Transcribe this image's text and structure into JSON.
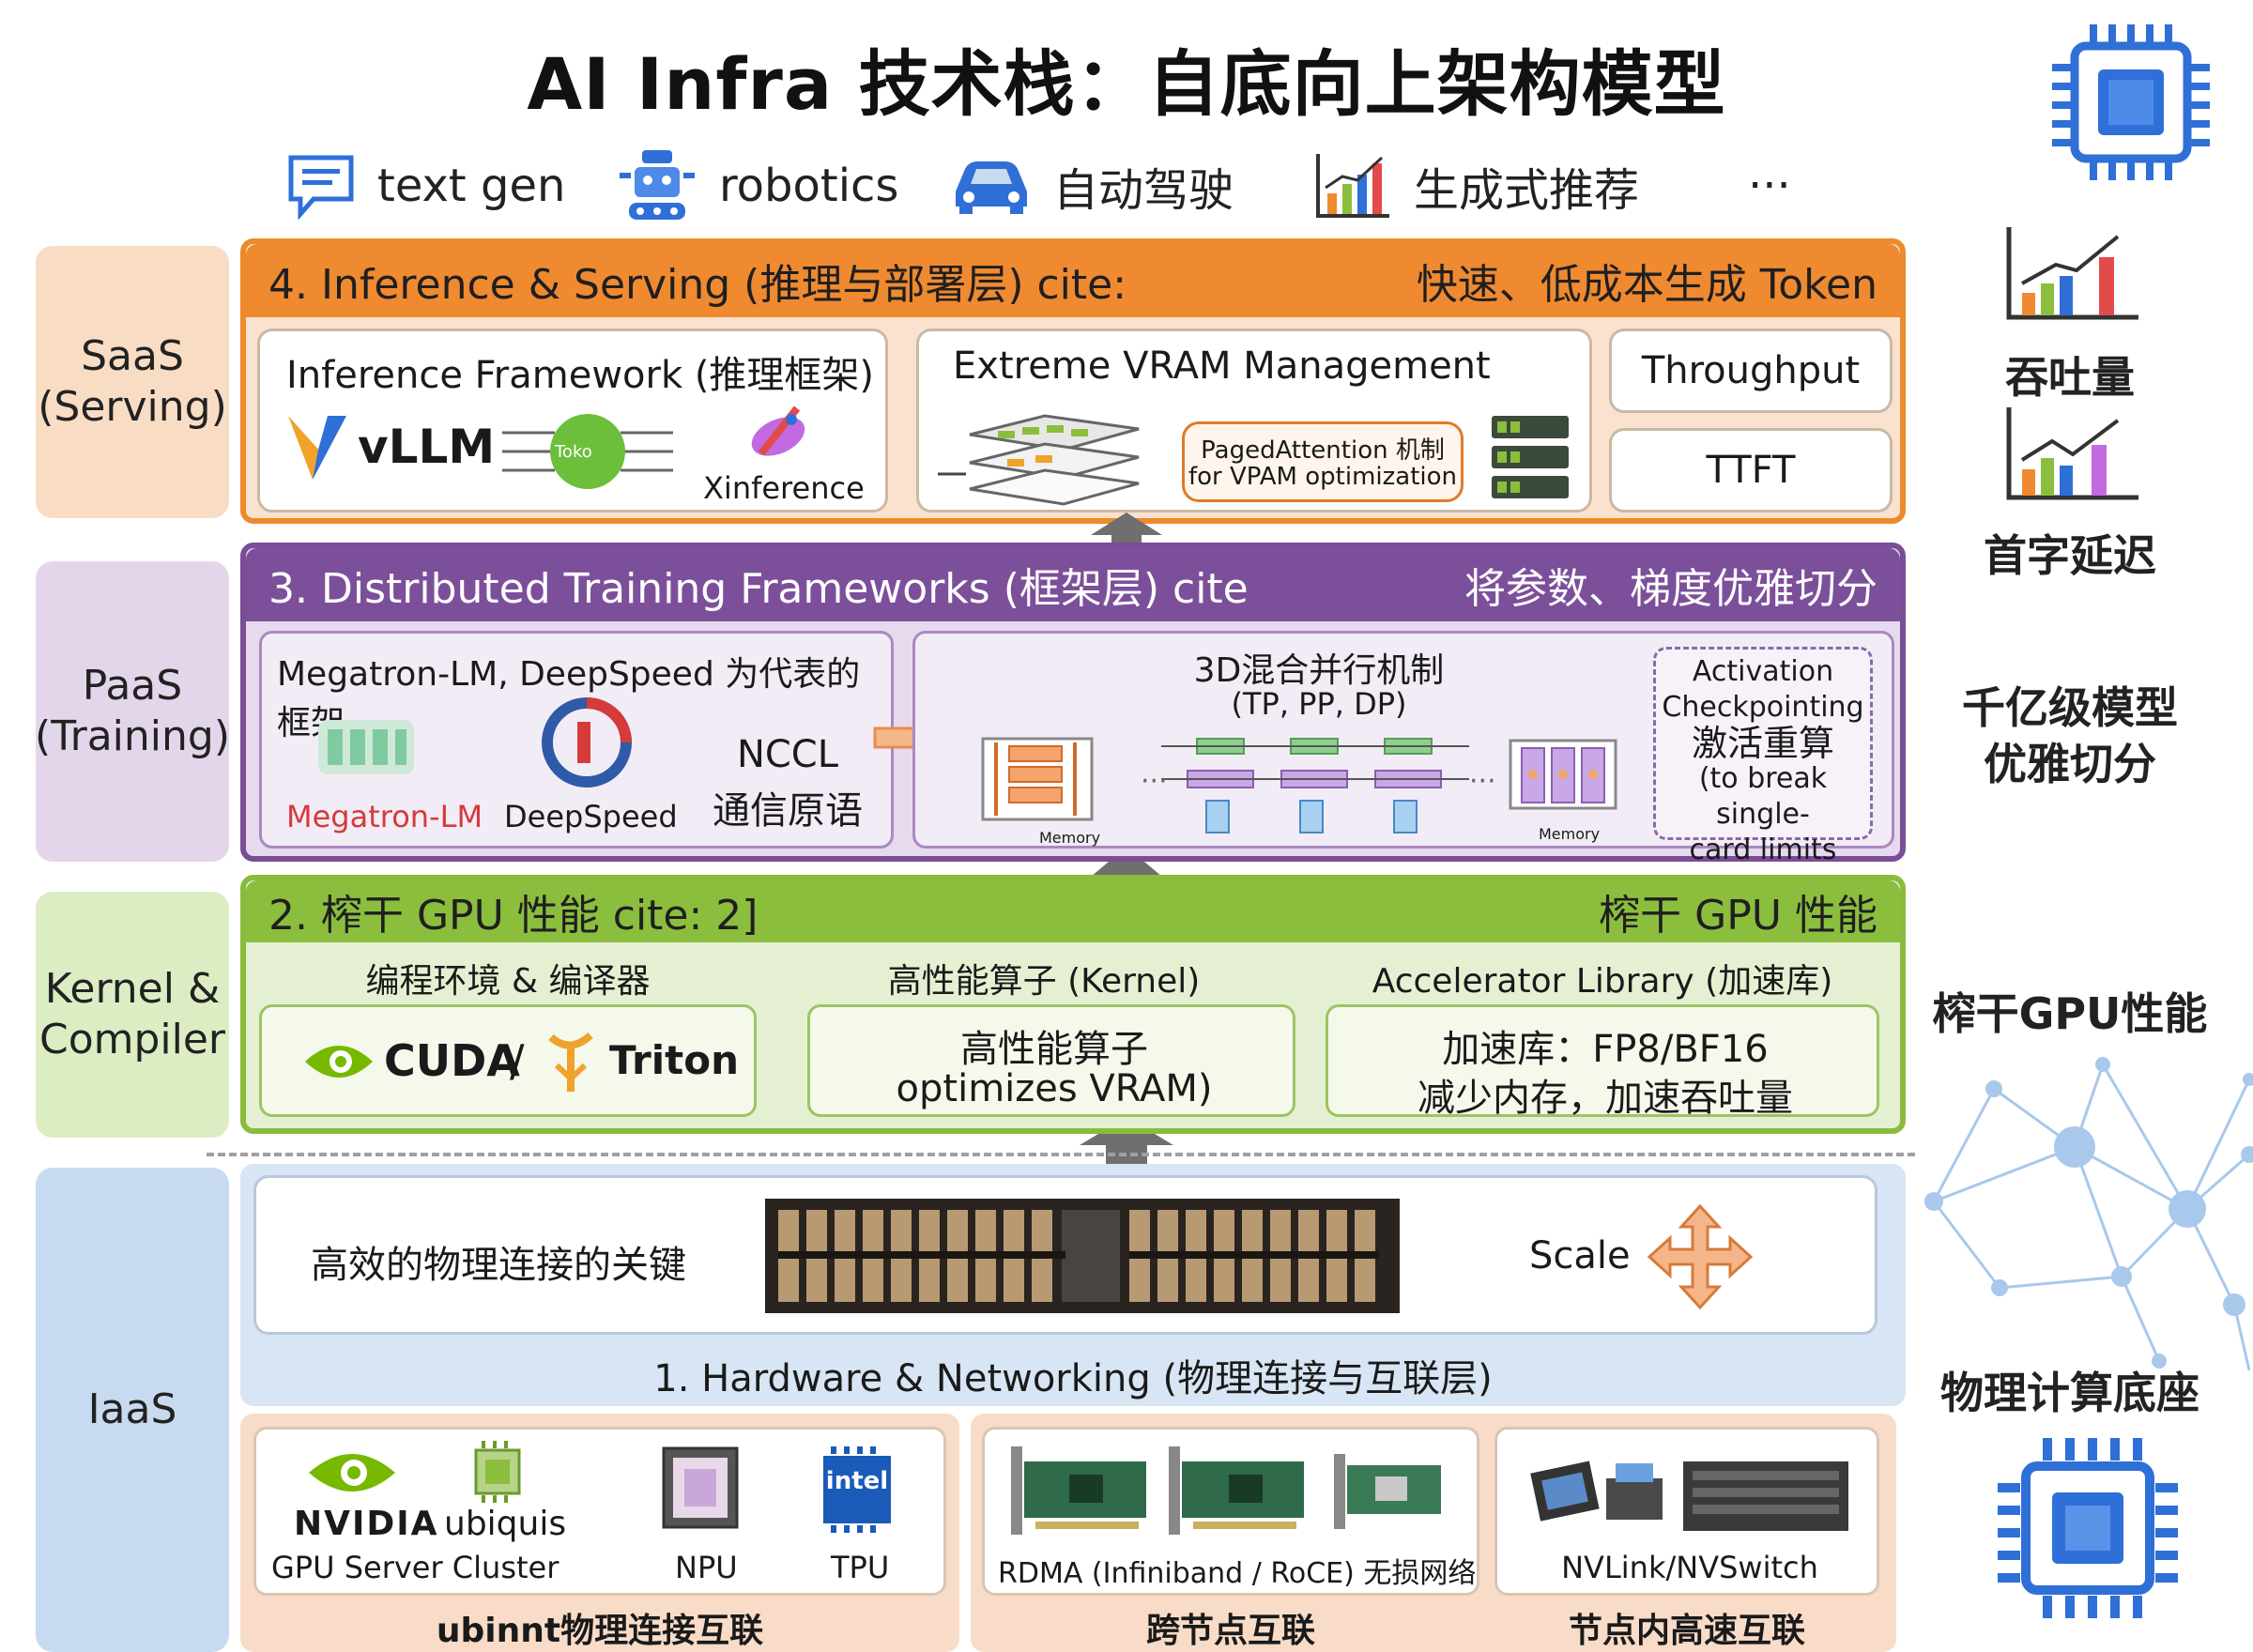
{
  "title": "AI Infra 技术栈：自底向上架构模型",
  "applications": [
    {
      "icon": "chat-icon",
      "label": "text gen"
    },
    {
      "icon": "robot-icon",
      "label": "robotics"
    },
    {
      "icon": "car-icon",
      "label": "自动驾驶"
    },
    {
      "icon": "bar-chart-icon",
      "label": "生成式推荐"
    },
    {
      "icon": "ellipsis-icon",
      "label": "···"
    }
  ],
  "side_labels": {
    "saas": [
      "SaaS",
      "(Serving)"
    ],
    "paas": [
      "PaaS",
      "(Training)"
    ],
    "kernel": [
      "Kernel &",
      "Compiler"
    ],
    "iaas": [
      "IaaS"
    ]
  },
  "layer4": {
    "title": "4. Inference & Serving (推理与部署层) cite:",
    "goal": "快速、低成本生成 Token",
    "framework_title": "Inference Framework (推理框架)",
    "vllm": "vLLM",
    "tokenizer_label": "Toko",
    "xinference": "Xinference",
    "vram_title": "Extreme VRAM Management",
    "paged_line1": "PagedAttention 机制",
    "paged_line2": "for VPAM optimization",
    "throughput": "Throughput",
    "ttft": "TTFT"
  },
  "layer3": {
    "title": "3. Distributed Training Frameworks (框架层) cite",
    "goal": "将参数、梯度优雅切分",
    "frameworks_title": "Megatron-LM, DeepSpeed 为代表的框架",
    "megatron": "Megatron-LM",
    "deepspeed": "DeepSpeed",
    "nccl_line1": "NCCL",
    "nccl_line2": "通信原语",
    "parallel_line1": "3D混合并行机制",
    "parallel_line2": "(TP, PP, DP)",
    "memory_label": "Memory",
    "activation": [
      "Activation",
      "Checkpointing",
      "激活重算",
      "(to break single-",
      "card limits"
    ]
  },
  "layer2": {
    "title": "2. 榨干 GPU 性能 cite: 2]",
    "goal": "榨干 GPU 性能",
    "col1_title": "编程环境 & 编译器",
    "cuda": "CUDA",
    "slash": "/",
    "triton": "Triton",
    "col2_title": "高性能算子 (Kernel)",
    "col2_line1": "高性能算子",
    "col2_line2": "optimizes VRAM)",
    "col3_title": "Accelerator Library (加速库)",
    "col3_line1": "加速库：FP8/BF16",
    "col3_line2": "减少内存，加速吞吐量"
  },
  "layer1": {
    "key_text": "高效的物理连接的关键",
    "scale": "Scale",
    "title": "1. Hardware & Networking (物理连接与互联层)"
  },
  "hardware": {
    "nvidia": "NVIDIA",
    "ubiquis": "ubiquis",
    "gpu_cluster": "GPU Server Cluster",
    "npu": "NPU",
    "tpu": "TPU",
    "intel": "intel",
    "group1_caption": "ubinnt物理连接互联",
    "rdma": "RDMA (Infiniband / RoCE) 无损网络",
    "group2_caption": "跨节点互联",
    "nvlink": "NVLink/NVSwitch",
    "group3_caption": "节点内高速互联"
  },
  "right_column": {
    "throughput": "吞吐量",
    "latency": "首字延迟",
    "split_line1": "千亿级模型",
    "split_line2": "优雅切分",
    "gpu_perf": "榨干GPU性能",
    "base": "物理计算底座"
  },
  "colors": {
    "orange": "#ef8a30",
    "purple": "#7c4f9a",
    "green": "#8cbe3e",
    "blue": "#2f6fd8"
  }
}
